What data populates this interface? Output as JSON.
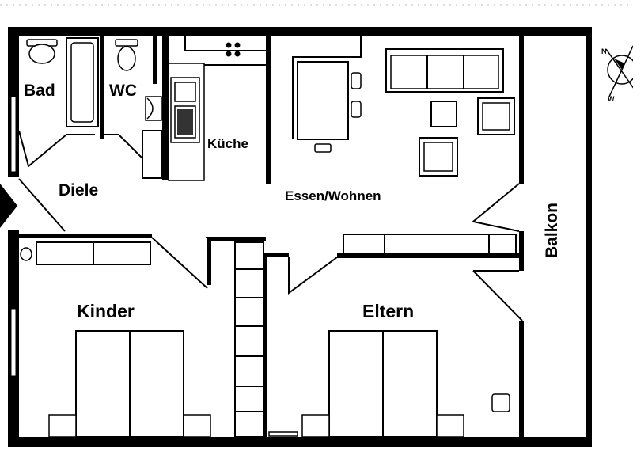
{
  "rooms": {
    "bad": "Bad",
    "wc": "WC",
    "kueche": "Küche",
    "diele": "Diele",
    "essen_wohnen": "Essen/Wohnen",
    "balkon": "Balkon",
    "kinder": "Kinder",
    "eltern": "Eltern"
  },
  "compass": {
    "north": "N",
    "west": "W"
  },
  "colors": {
    "wall": "#000000",
    "background": "#ffffff"
  }
}
